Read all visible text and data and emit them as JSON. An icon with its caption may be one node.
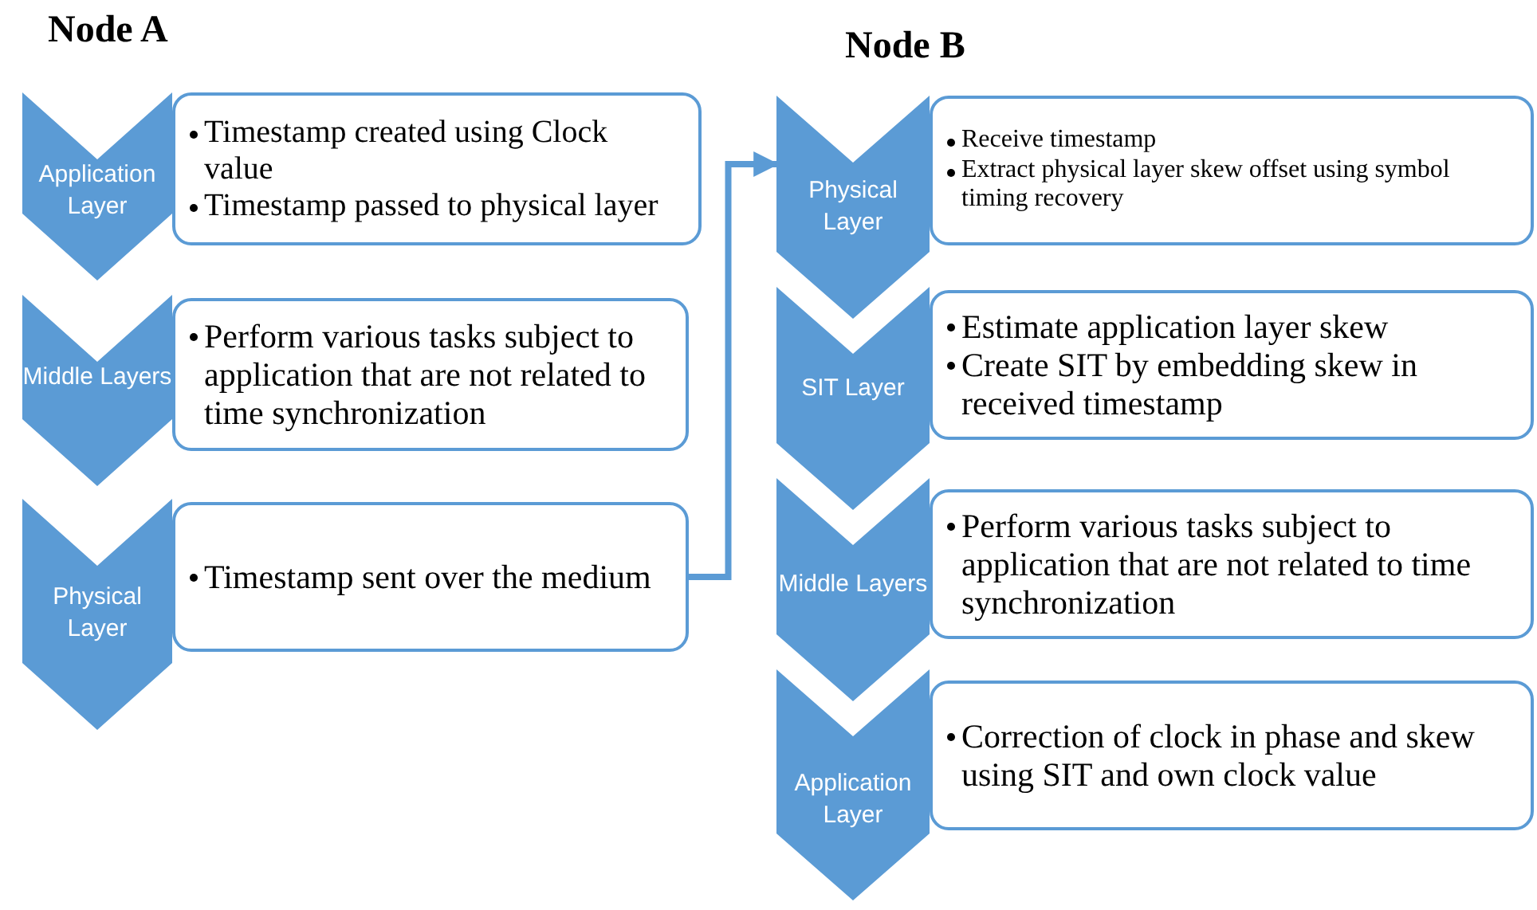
{
  "diagram": {
    "nodes": [
      {
        "text": [
          "Application Layer"
        ]
      },
      {
        "text": [
          "Timestamp created using Clock value",
          "Timestamp passed to physical layer"
        ]
      },
      {
        "text": [
          "Middle Layers"
        ]
      },
      {
        "text": [
          "Perform various tasks subject to application that are not related to time synchronization"
        ]
      },
      {
        "text": [
          "Physical Layer"
        ]
      },
      {
        "text": [
          "Timestamp sent over the medium"
        ]
      },
      {
        "text": [
          "Physical Layer"
        ]
      },
      {
        "text": [
          "Receive timestamp",
          "Extract physical layer skew offset using symbol timing recovery"
        ]
      },
      {
        "text": [
          "SIT Layer"
        ]
      },
      {
        "text": [
          "Estimate application layer skew",
          "Create SIT by embedding skew in received timestamp"
        ]
      },
      {
        "text": [
          "Middle Layers"
        ]
      },
      {
        "text": [
          "Perform various tasks subject to application that are not related to time synchronization"
        ]
      },
      {
        "text": [
          "Application Layer"
        ]
      },
      {
        "text": [
          "Correction of clock in phase and skew using SIT and own clock value"
        ]
      }
    ],
    "edges": [
      {
        "from": 5,
        "to": 6,
        "arrow": "to"
      }
    ],
    "labels": [
      "Node A",
      "Node B"
    ]
  }
}
